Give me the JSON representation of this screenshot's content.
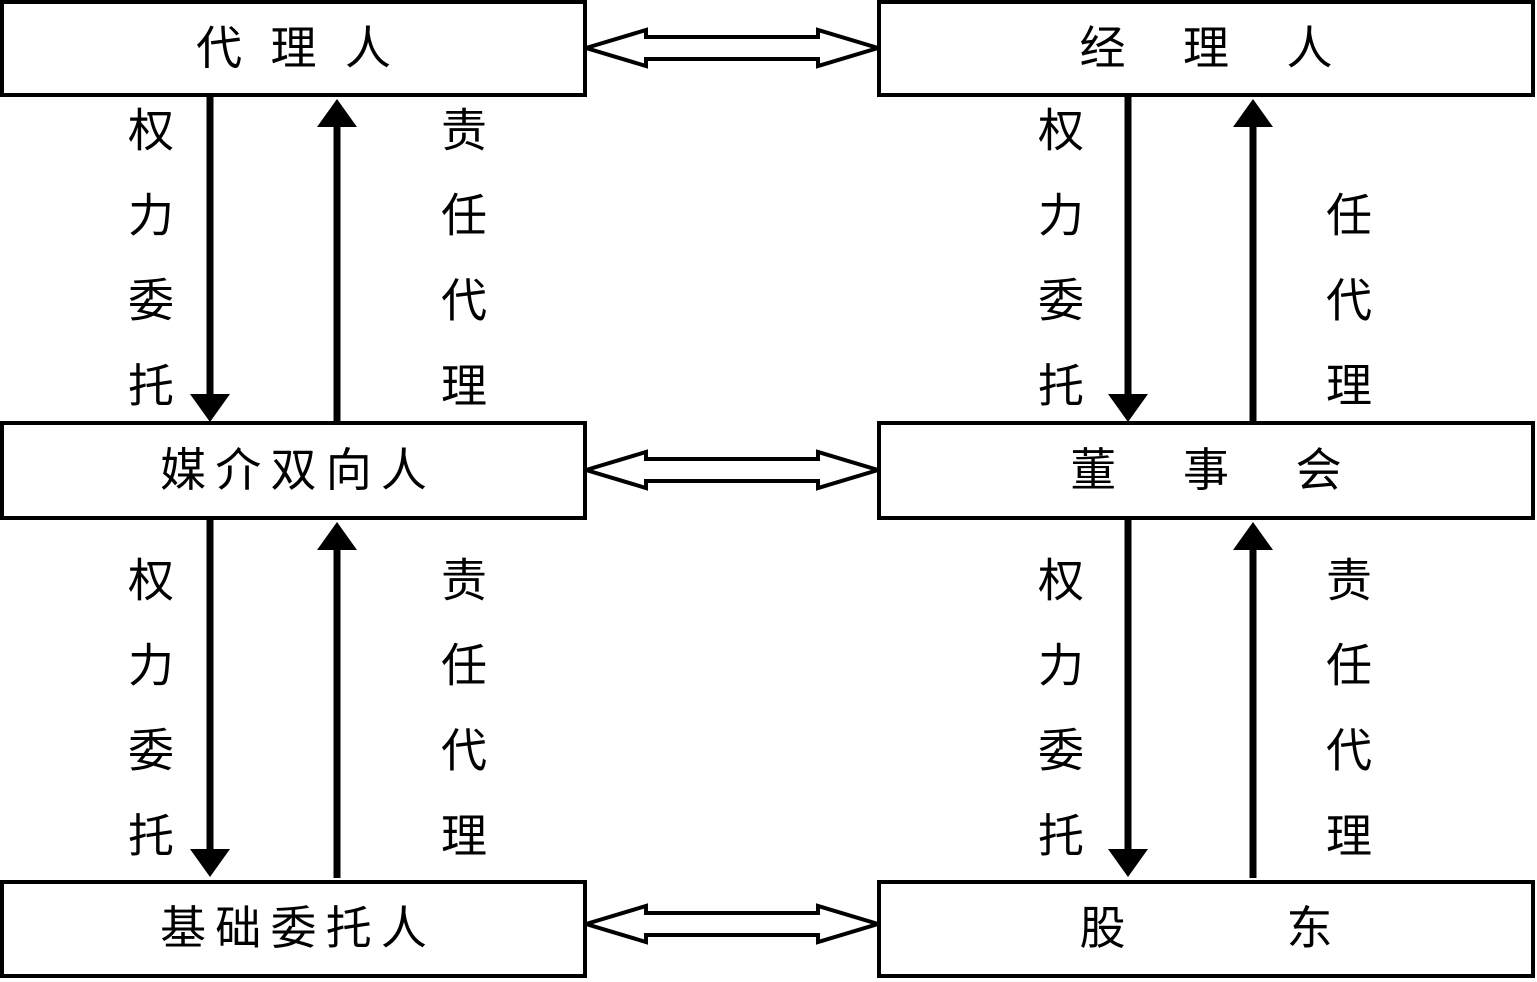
{
  "colors": {
    "line": "#000000",
    "background": "#ffffff"
  },
  "boxes": {
    "agent": {
      "label": "代理人"
    },
    "manager": {
      "label": "经理人"
    },
    "intermediary": {
      "label": "媒介双向人"
    },
    "board": {
      "label": "董事会"
    },
    "principal": {
      "label": "基础委托人"
    },
    "shareholder": {
      "label": "股东"
    }
  },
  "relation_labels": {
    "top_left": {
      "down": "权力委托",
      "up": "责任代理"
    },
    "top_right": {
      "down": "权力委托",
      "up": "任代理"
    },
    "bottom_left": {
      "down": "权力委托",
      "up": "责任代理"
    },
    "bottom_right": {
      "down": "权力委托",
      "up": "责任代理"
    }
  }
}
